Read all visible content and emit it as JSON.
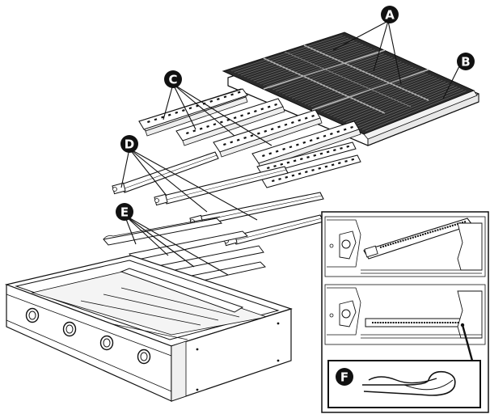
{
  "callouts": {
    "A": "A",
    "B": "B",
    "C": "C",
    "D": "D",
    "E": "E",
    "F": "F"
  },
  "colors": {
    "line": "#111111",
    "callout_fill": "#111111",
    "grate_fill": "#2a2a2a",
    "background": "#ffffff"
  },
  "knob_count": 4
}
